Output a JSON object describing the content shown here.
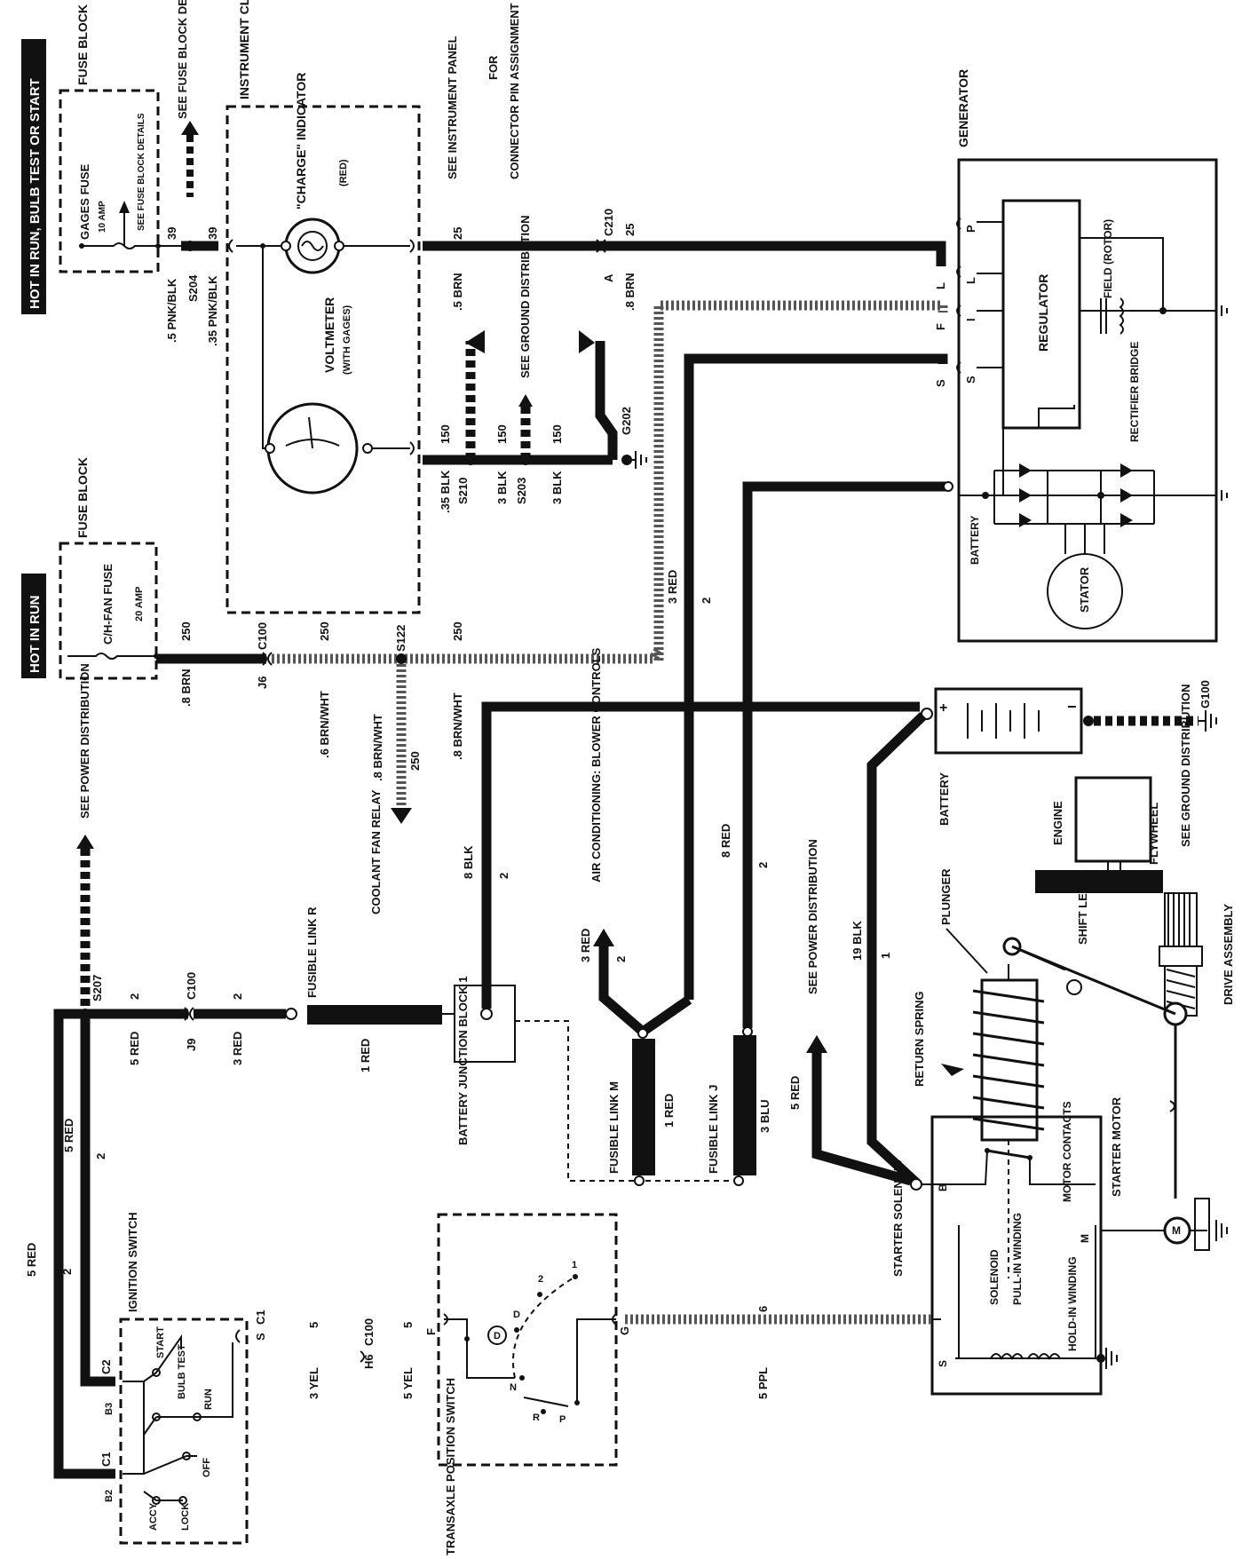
{
  "colors": {
    "line": "#111111",
    "background": "#ffffff",
    "banner": "#111111",
    "banner_text": "#ffffff"
  },
  "banners": {
    "hot_run_bulb": "HOT IN RUN, BULB TEST OR START",
    "hot_run": "HOT IN RUN"
  },
  "fuse_block_top": {
    "title": "FUSE BLOCK",
    "fuse": "GAGES FUSE",
    "rating": "10 AMP",
    "ref": "SEE FUSE BLOCK DETAILS"
  },
  "fuse_block_mid": {
    "title": "FUSE BLOCK",
    "fuse": "C/H-FAN FUSE",
    "rating": "20 AMP"
  },
  "top_refs": {
    "fuse_details": "SEE FUSE BLOCK DETAILS",
    "instrument_cluster": "INSTRUMENT CLUSTER PRINTED CIRCUIT",
    "instrument_panel": "SEE INSTRUMENT PANEL",
    "for": "FOR",
    "connector_pin": "CONNECTOR PIN ASSIGNMENT",
    "generator": "GENERATOR"
  },
  "cluster": {
    "charge": "\"CHARGE\" INDICATOR",
    "charge_color": "(RED)",
    "voltmeter": "VOLTMETER",
    "voltmeter_sub": "(WITH GAGES)"
  },
  "generator": {
    "regulator": "REGULATOR",
    "field": "FIELD (ROTOR)",
    "rectifier": "RECTIFIER BRIDGE",
    "stator": "STATOR",
    "battery": "BATTERY",
    "p": "P",
    "l": "L",
    "i": "I",
    "f": "F",
    "s": "S"
  },
  "wires": {
    "w39a": "39",
    "w39b": "39",
    "pnk5": ".5 PNK/BLK",
    "pnk35": ".35 PNK/BLK",
    "s204": "S204",
    "w25": "25",
    "w25b": "25",
    "brn5": ".5 BRN",
    "c210": "C210",
    "ca": "A",
    "brn8": ".8 BRN",
    "see_ground": "SEE GROUND DISTRIBUTION",
    "w150a": "150",
    "w150b": "150",
    "w150c": "150",
    "blk35": ".35 BLK",
    "s210": "S210",
    "blk3a": "3 BLK",
    "s203": "S203",
    "blk3b": "3 BLK",
    "g202": "G202",
    "w250a": "250",
    "w250b": "250",
    "w250c": "250",
    "brn8b": ".8 BRN",
    "j6": "J6",
    "c100": "C100",
    "s122": "S122",
    "brnwht6": ".6 BRN/WHT",
    "brnwht8": ".8 BRN/WHT",
    "w250d": "250",
    "brnwht8b": ".8 BRN/WHT",
    "red3": "3 RED",
    "w2a": "2",
    "w2b": "2",
    "w2c": "2",
    "w2d": "2",
    "w2e": "2",
    "w2f": "2",
    "w2g": "2",
    "w2h": "2",
    "blk8": "8 BLK",
    "red8": "8 RED",
    "blk19": "19 BLK",
    "w1": "1",
    "s207": "S207",
    "c100b": "C100",
    "j9": "J9",
    "red5a": "5 RED",
    "red3b": "3 RED",
    "red1": "1 RED",
    "red5b": "5 RED",
    "red5c": "5 RED",
    "red3c": "3 RED",
    "red1b": "1 RED",
    "blu3": "3 BLU",
    "red5d": "5 RED",
    "c100c": "C100",
    "h6": "H6",
    "yel3": "3 YEL",
    "yel5": "5 YEL",
    "w5a": "5",
    "w5b": "5",
    "w6": "6",
    "ppl5": "5 PPL",
    "g100": "G100"
  },
  "components": {
    "coolant": "COOLANT FAN RELAY",
    "power_dist": "SEE POWER DISTRIBUTION",
    "power_dist2": "SEE POWER DISTRIBUTION",
    "fusible_r": "FUSIBLE LINK R",
    "junction": "BATTERY JUNCTION BLOCK 1",
    "ac": "AIR CONDITIONING: BLOWER CONTROLS",
    "fusible_m": "FUSIBLE LINK M",
    "fusible_j": "FUSIBLE LINK J",
    "battery": "BATTERY",
    "engine": "ENGINE",
    "flywheel": "FLYWHEEL",
    "ground_dist": "SEE GROUND DISTRIBUTION",
    "plunger": "PLUNGER",
    "shift_lever": "SHIFT LEVER",
    "drive": "DRIVE ASSEMBLY",
    "return_spring": "RETURN SPRING",
    "starter_motor": "STARTER MOTOR",
    "motor_contacts": "MOTOR CONTACTS",
    "starter_solenoid": "STARTER SOLENOID",
    "solenoid": "SOLENOID",
    "pull_in": "PULL-IN WINDING",
    "hold_in": "HOLD-IN WINDING",
    "ignition": "IGNITION SWITCH",
    "transaxle": "TRANSAXLE POSITION SWITCH"
  },
  "ignition_positions": [
    "START",
    "BULB TEST",
    "RUN",
    "OFF",
    "LOCK",
    "ACCY"
  ],
  "ignition_pins": {
    "c2": "C2",
    "b3": "B3",
    "c1": "C1",
    "b2": "B2",
    "c1b": "C1",
    "s": "S"
  },
  "transaxle_positions": [
    "D",
    "N",
    "R",
    "P",
    "D",
    "2",
    "1"
  ],
  "transaxle_pins": {
    "f": "F",
    "g": "G"
  },
  "solenoid_pins": {
    "b": "B",
    "m": "M",
    "s": "S"
  },
  "battery_pins": {
    "plus": "+",
    "minus": "−"
  }
}
